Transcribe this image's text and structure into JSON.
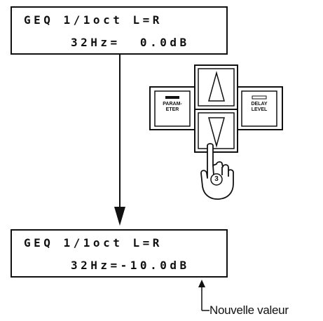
{
  "display_before": {
    "line1": "GEQ 1/1oct L=R",
    "line2": "32Hz=  0.0dB"
  },
  "display_after": {
    "line1": "GEQ 1/1oct L=R",
    "line2": "32Hz=-10.0dB"
  },
  "keypad": {
    "param_key": "PARAM-\nETER",
    "delay_key": "DELAY\nLEVEL",
    "step_number": "3"
  },
  "annotation": "Nouvelle valeur"
}
